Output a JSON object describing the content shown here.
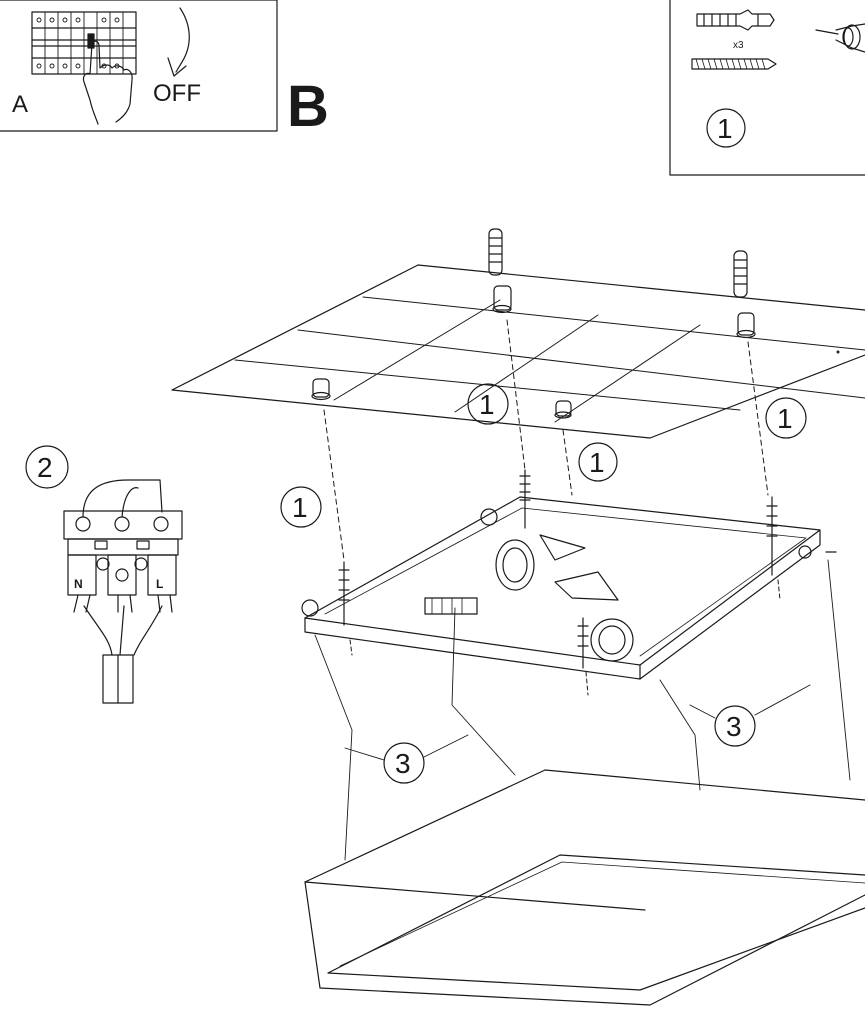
{
  "panel_a": {
    "letter": "A",
    "action": "OFF"
  },
  "section_b": {
    "letter": "B"
  },
  "parts_box": {
    "quantity": "x3",
    "step": "1"
  },
  "wiring": {
    "step": "2",
    "terminals": [
      "N",
      "",
      "L"
    ]
  },
  "callouts": {
    "step_1": "1",
    "step_3": "3"
  },
  "colors": {
    "line": "#1a1a1a",
    "background": "#ffffff"
  }
}
